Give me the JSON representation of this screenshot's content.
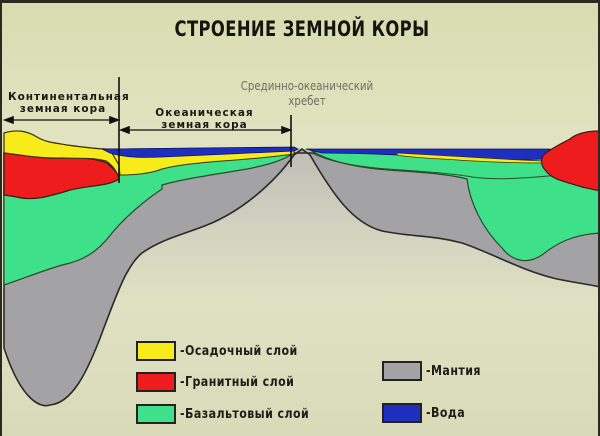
{
  "title": "СТРОЕНИЕ ЗЕМНОЙ КОРЫ",
  "labels": {
    "continental_crust": [
      "Континентальная",
      "земная кора"
    ],
    "oceanic_crust": [
      "Океаническая",
      "земная кора"
    ],
    "mid_ocean_ridge": [
      "Срединно-океанический",
      "хребет"
    ]
  },
  "legend": [
    {
      "label": "-Осадочный слой",
      "color": "#f7ec1a",
      "name": "sedimentary-layer"
    },
    {
      "label": "-Гранитный слой",
      "color": "#ee1c1c",
      "name": "granite-layer"
    },
    {
      "label": "-Базальтовый слой",
      "color": "#3fe08a",
      "name": "basalt-layer"
    },
    {
      "label": "-Мантия",
      "color": "#a3a2a4",
      "name": "mantle"
    },
    {
      "label": "-Вода",
      "color": "#1e2fc0",
      "name": "water"
    }
  ],
  "colors": {
    "background": "#dfe1c0",
    "sediment": "#f7ec1a",
    "granite": "#ee1c1c",
    "basalt": "#3fe08a",
    "mantle": "#a3a2a4",
    "water": "#1e2fc0"
  }
}
